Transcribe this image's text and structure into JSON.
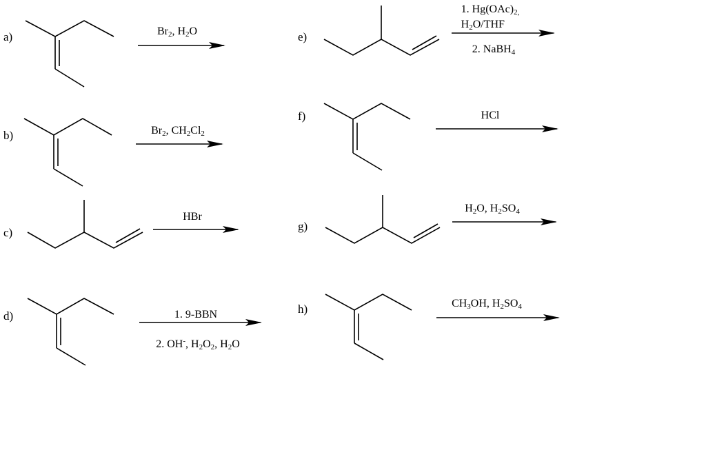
{
  "reactions": [
    {
      "label": "a)",
      "reagents": [
        [
          {
            "t": "Br"
          },
          {
            "t": "2",
            "sub": true
          },
          {
            "t": ", H"
          },
          {
            "t": "2",
            "sub": true
          },
          {
            "t": "O"
          }
        ]
      ],
      "below": []
    },
    {
      "label": "b)",
      "reagents": [
        [
          {
            "t": "Br"
          },
          {
            "t": "2",
            "sub": true
          },
          {
            "t": ", CH"
          },
          {
            "t": "2",
            "sub": true
          },
          {
            "t": "Cl"
          },
          {
            "t": "2",
            "sub": true
          }
        ]
      ],
      "below": []
    },
    {
      "label": "c)",
      "reagents": [
        [
          {
            "t": "HBr"
          }
        ]
      ],
      "below": []
    },
    {
      "label": "d)",
      "reagents": [
        [
          {
            "t": "1. 9-BBN"
          }
        ]
      ],
      "below": [
        [
          {
            "t": "2. OH"
          },
          {
            "t": "-",
            "sup": true
          },
          {
            "t": ", H"
          },
          {
            "t": "2",
            "sub": true
          },
          {
            "t": "O"
          },
          {
            "t": "2",
            "sub": true
          },
          {
            "t": ", H"
          },
          {
            "t": "2",
            "sub": true
          },
          {
            "t": "O"
          }
        ]
      ]
    },
    {
      "label": "e)",
      "reagents": [
        [
          {
            "t": "1. Hg(OAc)"
          },
          {
            "t": "2,",
            "sub": true
          }
        ],
        [
          {
            "t": "H"
          },
          {
            "t": "2",
            "sub": true
          },
          {
            "t": "O/THF"
          }
        ]
      ],
      "below": [
        [
          {
            "t": "2. NaBH"
          },
          {
            "t": "4",
            "sub": true
          }
        ]
      ]
    },
    {
      "label": "f)",
      "reagents": [
        [
          {
            "t": "HCl"
          }
        ]
      ],
      "below": []
    },
    {
      "label": "g)",
      "reagents": [
        [
          {
            "t": "H"
          },
          {
            "t": "2",
            "sub": true
          },
          {
            "t": "O, H"
          },
          {
            "t": "2",
            "sub": true
          },
          {
            "t": "SO"
          },
          {
            "t": "4",
            "sub": true
          }
        ]
      ],
      "below": []
    },
    {
      "label": "h)",
      "reagents": [
        [
          {
            "t": "CH"
          },
          {
            "t": "3",
            "sub": true
          },
          {
            "t": "OH, H"
          },
          {
            "t": "2",
            "sub": true
          },
          {
            "t": "SO"
          },
          {
            "t": "4",
            "sub": true
          }
        ]
      ],
      "below": []
    }
  ]
}
